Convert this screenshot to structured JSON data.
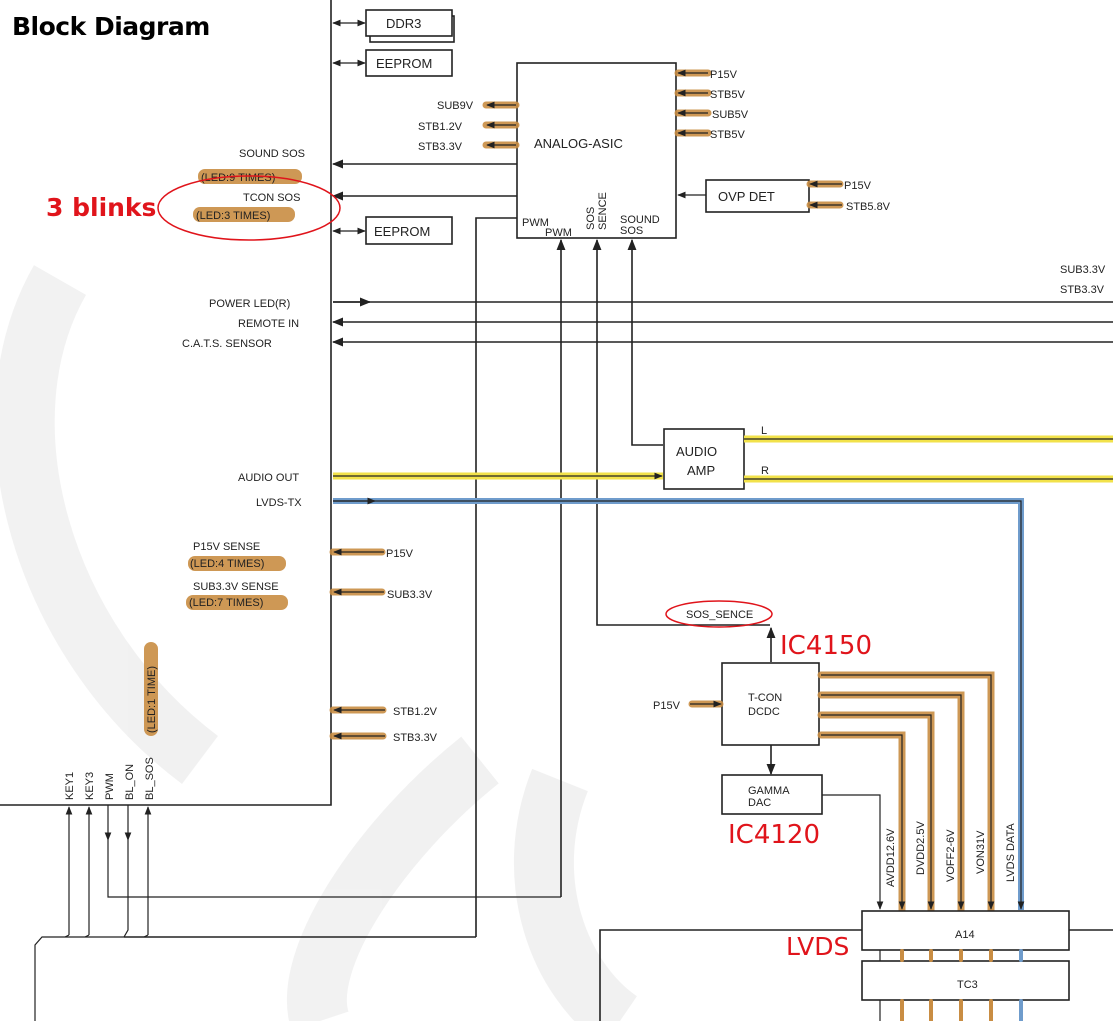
{
  "title": "Block Diagram",
  "annotations": {
    "blinks": "3 blinks",
    "ic4150": "IC4150",
    "ic4120": "IC4120",
    "lvds": "LVDS"
  },
  "colors": {
    "annotation_red": "#e0141b",
    "power_highlight": "#c98d43",
    "audio_highlight": "#f2e24a",
    "lvds_highlight": "#6f9ccc",
    "line": "#222222"
  },
  "blocks": {
    "ddr3": "DDR3",
    "eeprom_top": "EEPROM",
    "eeprom_bottom": "EEPROM",
    "analog_asic": "ANALOG-ASIC",
    "ovp_det": "OVP DET",
    "audio_amp_line1": "AUDIO",
    "audio_amp_line2": "AMP",
    "tcon_dcdc_line1": "T-CON",
    "tcon_dcdc_line2": "DCDC",
    "gamma_dac_line1": "GAMMA",
    "gamma_dac_line2": "DAC",
    "a14": "A14",
    "tc3": "TC3"
  },
  "asic": {
    "left_outputs": [
      "SUB9V",
      "STB1.2V",
      "STB3.3V"
    ],
    "right_inputs": [
      "P15V",
      "STB5V",
      "SUB5V",
      "STB5V"
    ],
    "pin_pwm_out": "PWM",
    "pin_pwm_in": "PWM",
    "pin_sos_sence_1": "SOS",
    "pin_sos_sence_2": "SENCE",
    "pin_sound_sos_1": "SOUND",
    "pin_sound_sos_2": "SOS"
  },
  "ovp_inputs": [
    "P15V",
    "STB5.8V"
  ],
  "main_signals": {
    "sound_sos": "SOUND SOS",
    "sound_sos_led": "(LED:9 TIMES)",
    "tcon_sos": "TCON SOS",
    "tcon_sos_led": "(LED:3 TIMES)",
    "power_led": "POWER LED(R)",
    "remote_in": "REMOTE IN",
    "cats_sensor": "C.A.T.S. SENSOR",
    "audio_out": "AUDIO OUT",
    "lvds_tx": "LVDS-TX",
    "p15v_sense": "P15V SENSE",
    "p15v_sense_led": "(LED:4 TIMES)",
    "sub33v_sense": "SUB3.3V SENSE",
    "sub33v_sense_led": "(LED:7 TIMES)",
    "led_1_time": "(LED:1 TIME)",
    "in_p15v": "P15V",
    "in_sub33v": "SUB3.3V",
    "in_stb12v": "STB1.2V",
    "in_stb33v": "STB3.3V"
  },
  "bottom_pins": [
    "KEY1",
    "KEY3",
    "PWM",
    "BL_ON",
    "BL_SOS"
  ],
  "right_rails": [
    "SUB3.3V",
    "STB3.3V"
  ],
  "audio_channels": [
    "L",
    "R"
  ],
  "sos_sence": "SOS_SENCE",
  "tcon_input": "P15V",
  "panel_rails": [
    "AVDD12.6V",
    "DVDD2.5V",
    "VOFF2-6V",
    "VON31V",
    "LVDS DATA"
  ]
}
